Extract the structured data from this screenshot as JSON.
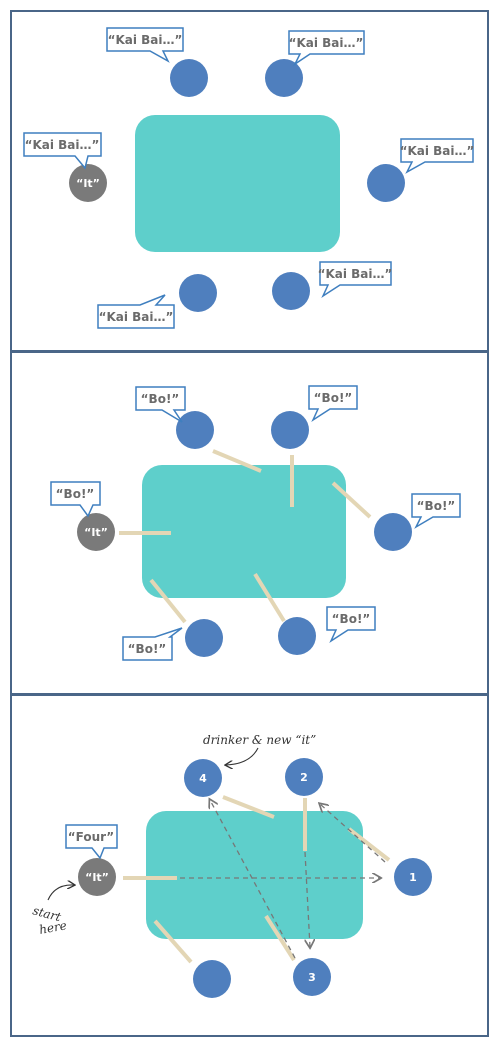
{
  "colors": {
    "frame": "#4a6688",
    "table": "#5ecfcb",
    "player": "#4f7fbe",
    "it_player": "#7a7a7a",
    "bubble_border": "#3f7fbf",
    "stick": "#e3d6b5",
    "arrow": "#777777"
  },
  "panel1": {
    "it_label": "“It”",
    "bubbles": [
      "“Kai Bai…”",
      "“Kai Bai…”",
      "“Kai Bai…”",
      "“Kai Bai…”",
      "“Kai Bai…”",
      "“Kai Bai…”"
    ]
  },
  "panel2": {
    "it_label": "“It”",
    "bubbles": [
      "“Bo!”",
      "“Bo!”",
      "“Bo!”",
      "“Bo!”",
      "“Bo!”",
      "“Bo!”"
    ]
  },
  "panel3": {
    "it_label": "“It”",
    "it_bubble": "“Four”",
    "numbers": [
      "4",
      "2",
      "1",
      "3"
    ],
    "annotation_top": "drinker & new “it”",
    "annotation_start_1": "start",
    "annotation_start_2": "here"
  }
}
